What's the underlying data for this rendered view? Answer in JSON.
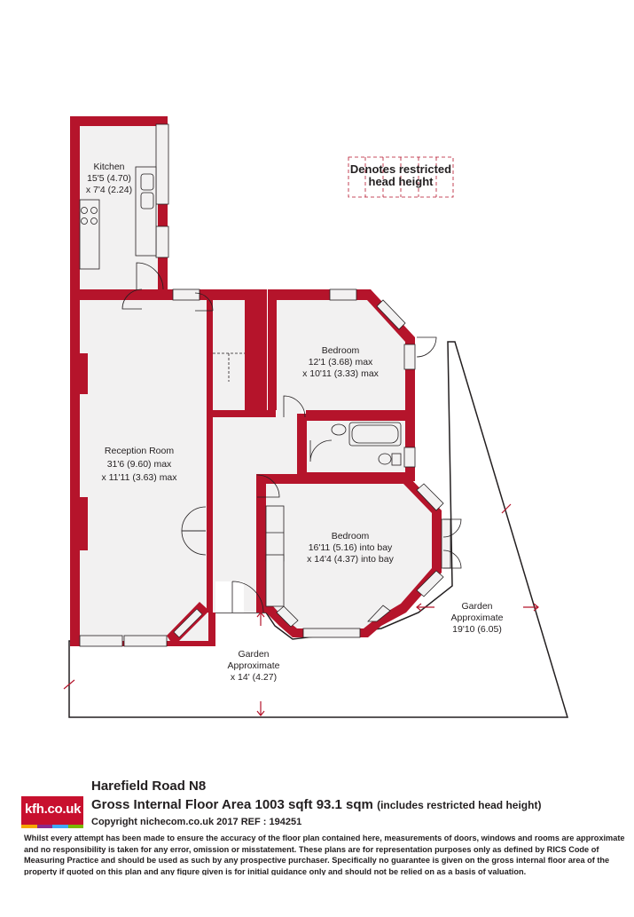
{
  "colors": {
    "wall": "#b5142b",
    "floor": "#f2f1f1",
    "line": "#231f20",
    "brand": "#c8102e"
  },
  "legend": {
    "line1": "Denotes restricted",
    "line2": "head height"
  },
  "rooms": {
    "kitchen": {
      "name": "Kitchen",
      "dim1": "15'5 (4.70)",
      "dim2": "x 7'4 (2.24)"
    },
    "reception": {
      "name": "Reception Room",
      "dim1": "31'6 (9.60) max",
      "dim2": "x 11'11 (3.63) max"
    },
    "bedroom1": {
      "name": "Bedroom",
      "dim1": "12'1 (3.68) max",
      "dim2": "x 10'11 (3.33) max"
    },
    "bedroom2": {
      "name": "Bedroom",
      "dim1": "16'11 (5.16) into bay",
      "dim2": "x 14'4 (4.37) into bay"
    },
    "garden_front": {
      "name": "Garden",
      "dim1": "Approximate",
      "dim2": "x 14' (4.27)"
    },
    "garden_side": {
      "name": "Garden",
      "dim1": "Approximate",
      "dim2": "19'10 (6.05)"
    }
  },
  "footer": {
    "logo": "kfh.co.uk",
    "logo_colors": [
      "#f5a800",
      "#8a2a8c",
      "#3fa9f5",
      "#7ab800"
    ],
    "address": "Harefield Road  N8",
    "area": "Gross Internal Floor Area 1003 sqft 93.1 sqm",
    "area_note": "(includes restricted head height)",
    "copyright": "Copyright nichecom.co.uk 2017 REF : 194251",
    "disclaimer": "Whilst every attempt has been made to ensure the accuracy of the floor plan contained here, measurements of doors, windows and rooms are approximate and no responsibility is taken for any error, omission or misstatement.  These plans are for representation purposes only as defined by RICS Code of Measuring Practice and should be used as such by any prospective purchaser.  Specifically no guarantee is given on the gross internal floor area of the property if quoted on this plan and any figure given is for initial guidance only and should not be relied on as a basis of valuation."
  }
}
